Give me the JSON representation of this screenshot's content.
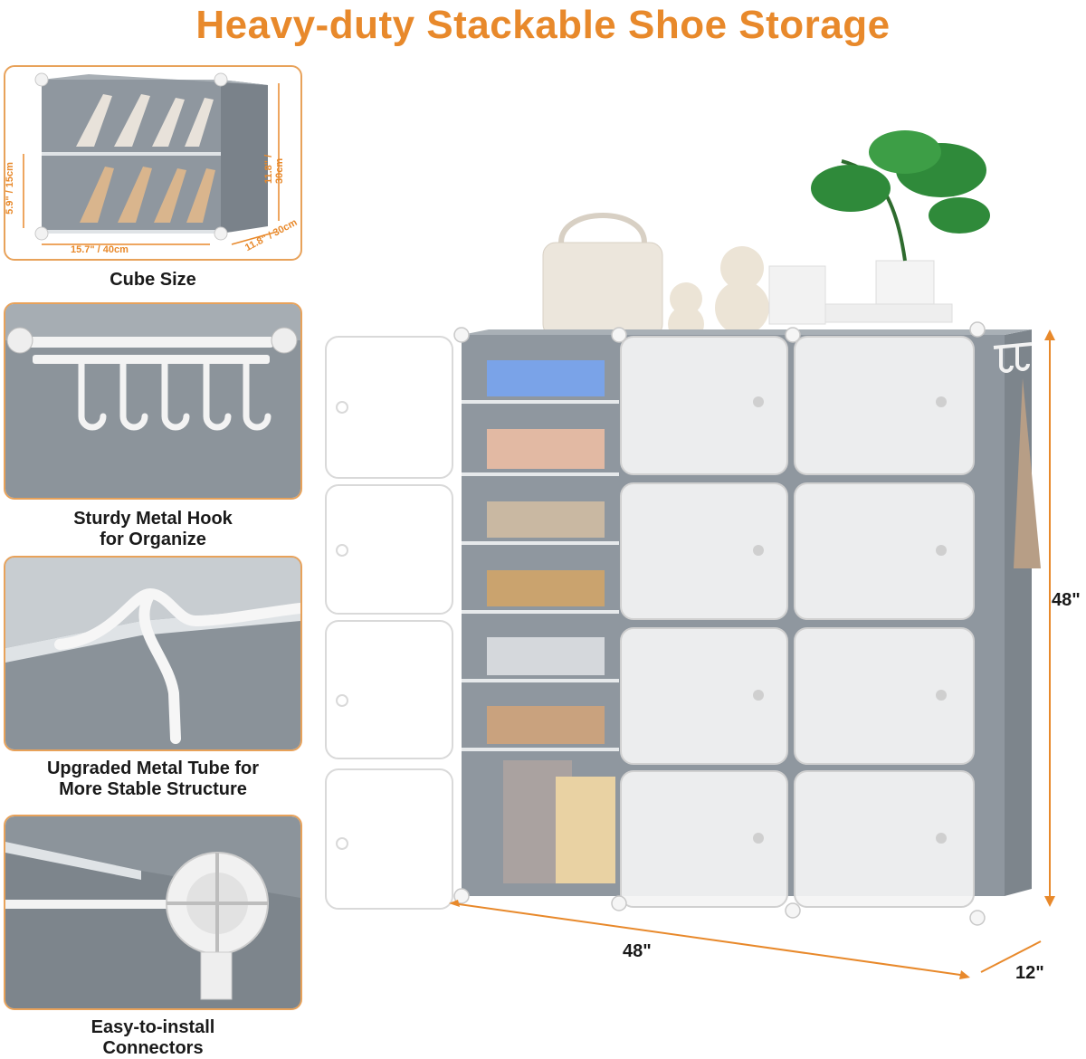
{
  "title": "Heavy-duty Stackable Shoe Storage",
  "features": [
    {
      "caption": "Cube Size",
      "icon": "cube-size-illustration"
    },
    {
      "caption": "Sturdy Metal Hook\nfor Organize",
      "icon": "metal-hook-illustration"
    },
    {
      "caption": "Upgraded Metal Tube for\nMore Stable Structure",
      "icon": "metal-tube-illustration"
    },
    {
      "caption": "Easy-to-install\nConnectors",
      "icon": "connector-illustration"
    }
  ],
  "cube_dimensions": {
    "width": "15.7\" / 40cm",
    "depth": "11.8\" / 30cm",
    "height": "11.8\" / 30cm",
    "shelf_gap": "5.9\" / 15cm"
  },
  "product_dimensions": {
    "width": "48\"",
    "height": "48\"",
    "depth": "12\""
  },
  "colors": {
    "accent": "#e8892b",
    "panel_border": "#e8a25a",
    "frame_gray": "#8f979f",
    "door_white": "#f4f4f4"
  }
}
